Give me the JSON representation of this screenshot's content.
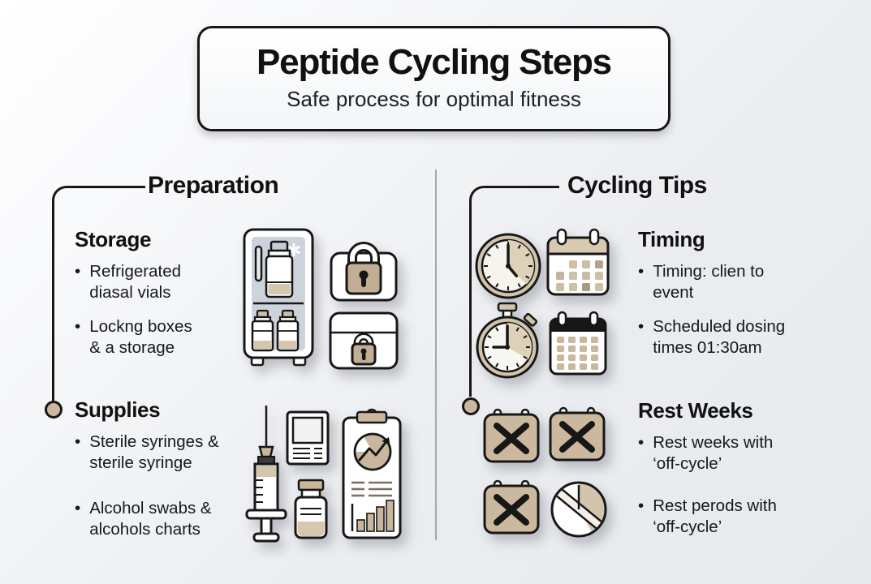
{
  "title": {
    "heading": "Peptide Cycling Steps",
    "subtitle": "Safe process for optimal fitness"
  },
  "ui": {
    "bullet": "•"
  },
  "left_column": {
    "heading": "Preparation",
    "sections": [
      {
        "heading": "Storage",
        "bullets": [
          "Refrigerated\ndiasal vials",
          "Lockng boxes\n& a storage"
        ],
        "icons": [
          "refrigerator-icon",
          "padlock-icon",
          "lockbox-icon"
        ]
      },
      {
        "heading": "Supplies",
        "bullets": [
          "Sterile syringes &\nsterile syringe",
          "Alcohol swabs &\nalcohols charts"
        ],
        "icons": [
          "syringe-icon",
          "document-icon",
          "vial-icon",
          "clipboard-chart-icon"
        ]
      }
    ]
  },
  "right_column": {
    "heading": "Cycling Tips",
    "sections": [
      {
        "heading": "Timing",
        "bullets": [
          "Timing: clien to\nevent",
          "Scheduled dosing\ntimes 01:30am"
        ],
        "icons": [
          "clock-icon",
          "calendar-icon",
          "stopwatch-icon",
          "calendar-dark-icon"
        ]
      },
      {
        "heading": "Rest Weeks",
        "bullets": [
          "Rest weeks with\n‘off-cycle’",
          "Rest perods with\n‘off-cycle’"
        ],
        "icons": [
          "crossed-calendar-icon",
          "crossed-calendar-icon",
          "crossed-calendar-icon",
          "no-dose-circle-icon"
        ]
      }
    ]
  },
  "colors": {
    "tan": "#c9b59b",
    "tan_light": "#d8cab2",
    "outline": "#171717",
    "fridge_gray": "#ccd3da",
    "card_bg": "#ffffff",
    "background": "#ebedf0"
  }
}
